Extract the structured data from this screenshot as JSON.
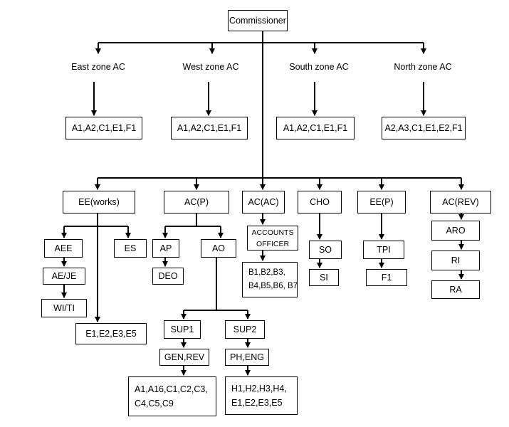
{
  "commissioner": "Commissioner",
  "zones": [
    {
      "label": "East zone AC",
      "units": "A1,A2,C1,E1,F1"
    },
    {
      "label": "West zone AC",
      "units": "A1,A2,C1,E1,F1"
    },
    {
      "label": "South zone AC",
      "units": "A1,A2,C1,E1,F1"
    },
    {
      "label": "North zone AC",
      "units": "A2,A3,C1,E1,E2,F1"
    }
  ],
  "departments": {
    "ee_works": {
      "label": "EE(works)",
      "aee": "AEE",
      "ae_je": "AE/JE",
      "wi_ti": "WI/TI",
      "es": "ES",
      "units": "E1,E2,E3,E5"
    },
    "ac_p": {
      "label": "AC(P)",
      "ap": "AP",
      "deo": "DEO",
      "ao": "AO",
      "sup1": "SUP1",
      "sup1_sub": "GEN,REV",
      "sup1_units": [
        "A1,A16,C1,C2,C3,",
        "C4,C5,C9"
      ],
      "sup2": "SUP2",
      "sup2_sub": "PH,ENG",
      "sup2_units": [
        "H1,H2,H3,H4,",
        "E1,E2,E3,E5"
      ]
    },
    "ac_ac": {
      "label": "AC(AC)",
      "officer": [
        "ACCOUNTS",
        "OFFICER"
      ],
      "units": [
        "B1,B2,B3,",
        "B4,B5,B6, B7"
      ]
    },
    "cho": {
      "label": "CHO",
      "so": "SO",
      "si": "SI"
    },
    "ee_p": {
      "label": "EE(P)",
      "tpi": "TPI",
      "f1": "F1"
    },
    "ac_rev": {
      "label": "AC(REV)",
      "aro": "ARO",
      "ri": "RI",
      "ra": "RA"
    }
  }
}
